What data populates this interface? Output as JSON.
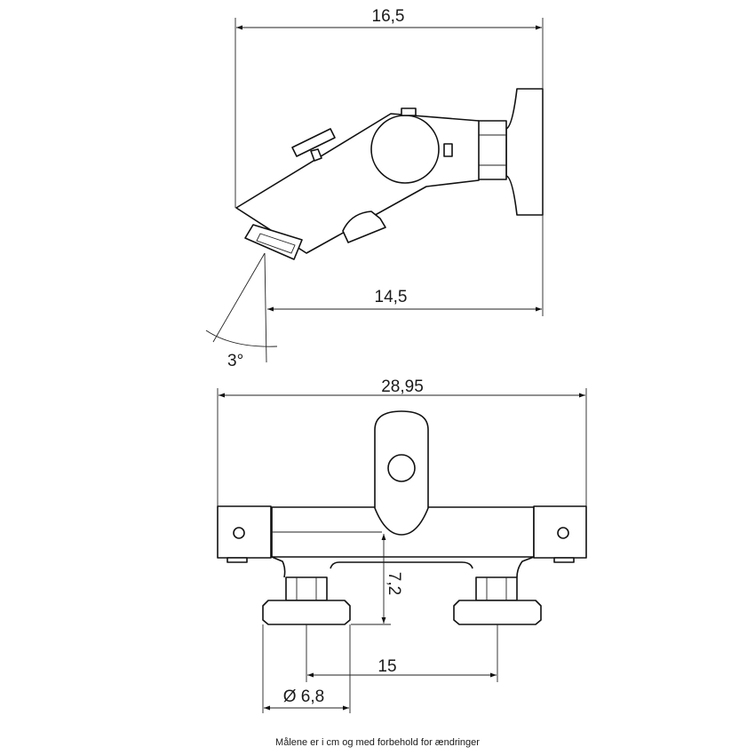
{
  "dimensions": {
    "side_total_width": "16,5",
    "side_spout_reach": "14,5",
    "side_angle": "3°",
    "front_total_width": "28,95",
    "front_height": "7,2",
    "front_center_distance": "15",
    "front_flange_diameter": "Ø 6,8"
  },
  "footnote": "Målene er i cm og med forbehold for ændringer"
}
